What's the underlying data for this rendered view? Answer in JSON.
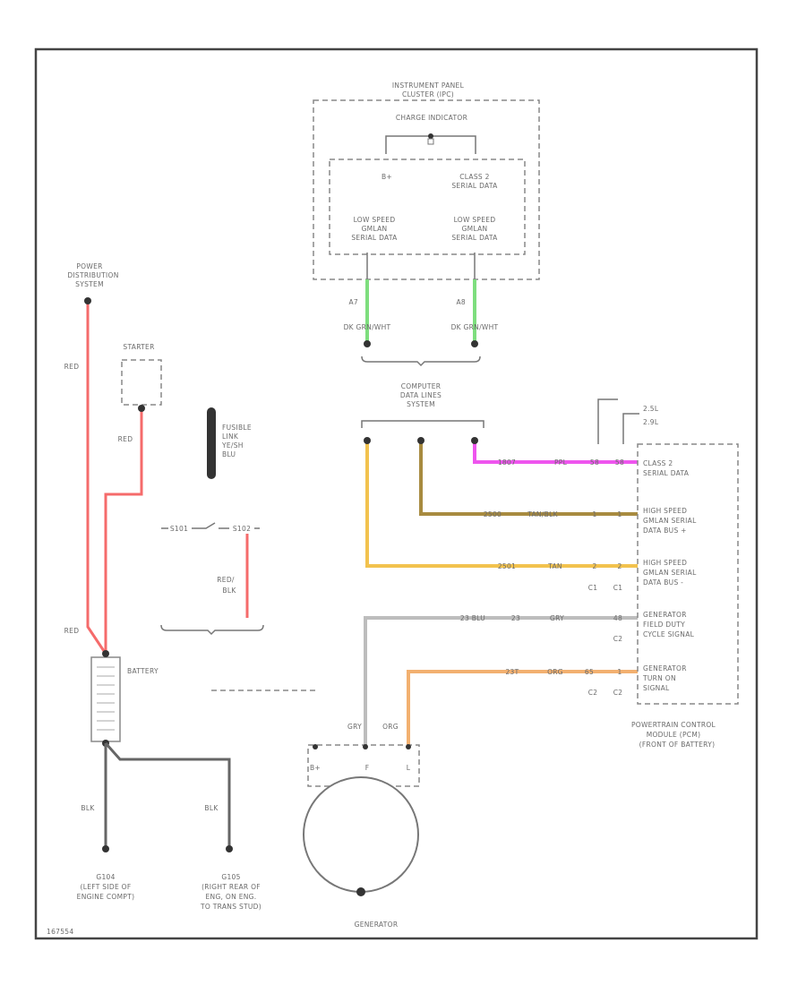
{
  "instrument_panel": {
    "title1": "INSTRUMENT PANEL",
    "title2": "CLUSTER (IPC)",
    "charge_indicator": "CHARGE INDICATOR",
    "bplus": "B+",
    "class2_1": "CLASS 2",
    "class2_2": "SERIAL DATA",
    "ls1_1": "LOW SPEED",
    "ls1_2": "GMLAN",
    "ls1_3": "SERIAL DATA",
    "ls2_1": "LOW SPEED",
    "ls2_2": "GMLAN",
    "ls2_3": "SERIAL DATA",
    "pin_a7": "A7",
    "pin_a8": "A8",
    "wire_left": "DK GRN/WHT",
    "wire_right": "DK GRN/WHT"
  },
  "computer_data": {
    "l1": "COMPUTER",
    "l2": "DATA LINES",
    "l3": "SYSTEM"
  },
  "power_dist": {
    "l1": "POWER",
    "l2": "DISTRIBUTION",
    "l3": "SYSTEM"
  },
  "starter": "STARTER",
  "fusible_link": {
    "l1": "FUSIBLE",
    "l2": "LINK",
    "l3": "YE/SH",
    "l4": "BLU"
  },
  "wire_labels": {
    "red_top": "RED",
    "red_starter": "RED",
    "red_bottom": "RED",
    "red_blk_1": "RED/",
    "red_blk_2": "BLK",
    "blk_left": "BLK",
    "blk_right": "BLK",
    "splice_left": "S101",
    "splice_right": "S102"
  },
  "battery": "BATTERY",
  "grounds": {
    "g1_1": "G104",
    "g1_2": "(LEFT SIDE OF",
    "g1_3": "ENGINE COMPT)",
    "g2_1": "G105",
    "g2_2": "(RIGHT REAR OF",
    "g2_3": "ENG, ON ENG.",
    "g2_4": "TO TRANS STUD)"
  },
  "generator": {
    "label": "GENERATOR",
    "term_b": "B+",
    "term_f": "F",
    "term_l": "L",
    "wire_gry": "GRY",
    "wire_org": "ORG"
  },
  "engine_notes": {
    "e1": "2.5L",
    "e2": "2.9L"
  },
  "pcm": {
    "rows": [
      [
        "CLASS 2",
        "SERIAL DATA"
      ],
      [
        "HIGH SPEED",
        "GMLAN SERIAL",
        "DATA BUS +"
      ],
      [
        "HIGH SPEED",
        "GMLAN SERIAL",
        "DATA BUS -"
      ],
      [
        "GENERATOR",
        "FIELD DUTY",
        "CYCLE SIGNAL"
      ],
      [
        "GENERATOR",
        "TURN ON",
        "SIGNAL"
      ]
    ],
    "name1": "POWERTRAIN CONTROL",
    "name2": "MODULE (PCM)",
    "name3": "(FRONT OF BATTERY)"
  },
  "wires": {
    "purple": [
      "1807",
      "PPL",
      "58",
      "58"
    ],
    "tan_black": [
      "2500",
      "TAN/BLK",
      "1",
      "1"
    ],
    "tan": [
      "2501",
      "TAN",
      "2",
      "2"
    ],
    "gry": [
      "23 BLU",
      "23",
      "GRY",
      "48"
    ],
    "org": [
      "23T",
      "ORG",
      "65",
      "1"
    ],
    "conn_c1a": "C1",
    "conn_c1b": "C1",
    "conn_c2": "C2",
    "conn_c2a": "C2",
    "conn_c2b": "C2"
  },
  "figure_id": "167554",
  "colors": {
    "red": "#f56b6b",
    "green": "#7ede7e",
    "purple": "#ee55ee",
    "tan_black": "#a88b40",
    "tan": "#f2c24e",
    "gray": "#bdbdbd",
    "orange": "#f2b070"
  }
}
